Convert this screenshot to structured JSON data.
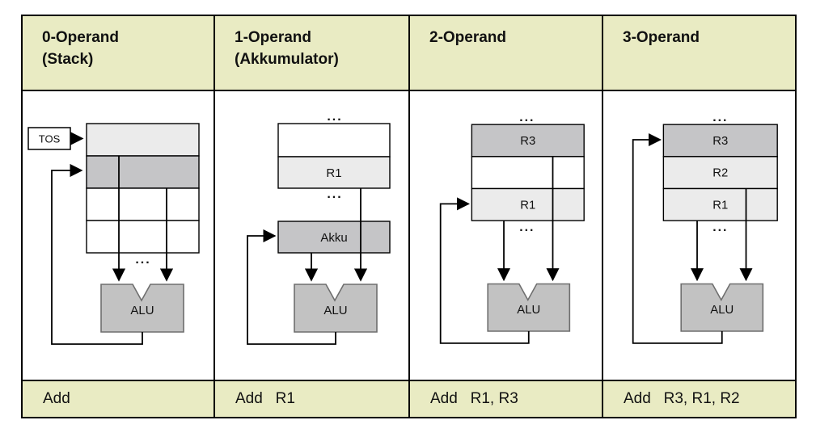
{
  "colors": {
    "band_bg": "#e9ebc3",
    "cell_white": "#ffffff",
    "cell_light": "#ebebeb",
    "cell_dark": "#c5c5c7",
    "alu_fill": "#c2c2c2",
    "alu_border": "#6e6e6e",
    "line": "#000000"
  },
  "ellipsis": "...",
  "alu_label": "ALU",
  "columns": [
    {
      "header_line1": "0-Operand",
      "header_line2": "(Stack)",
      "tos_label": "TOS",
      "instruction": "Add",
      "cells": [
        {
          "label": "",
          "fill": "#ebebeb"
        },
        {
          "label": "",
          "fill": "#c5c5c7"
        },
        {
          "label": "",
          "fill": "#ffffff"
        },
        {
          "label": "",
          "fill": "#ffffff"
        }
      ]
    },
    {
      "header_line1": "1-Operand",
      "header_line2": "(Akkumulator)",
      "akku_label": "Akku",
      "instruction": "Add   R1",
      "cells": [
        {
          "label": "",
          "fill": "#ffffff"
        },
        {
          "label": "R1",
          "fill": "#ebebeb"
        }
      ]
    },
    {
      "header_line1": "2-Operand",
      "header_line2": "",
      "instruction": "Add   R1, R3",
      "cells": [
        {
          "label": "R3",
          "fill": "#c5c5c7"
        },
        {
          "label": "",
          "fill": "#ffffff"
        },
        {
          "label": "R1",
          "fill": "#ebebeb"
        }
      ]
    },
    {
      "header_line1": "3-Operand",
      "header_line2": "",
      "instruction": "Add   R3, R1, R2",
      "cells": [
        {
          "label": "R3",
          "fill": "#c5c5c7"
        },
        {
          "label": "R2",
          "fill": "#ebebeb"
        },
        {
          "label": "R1",
          "fill": "#ebebeb"
        }
      ]
    }
  ]
}
